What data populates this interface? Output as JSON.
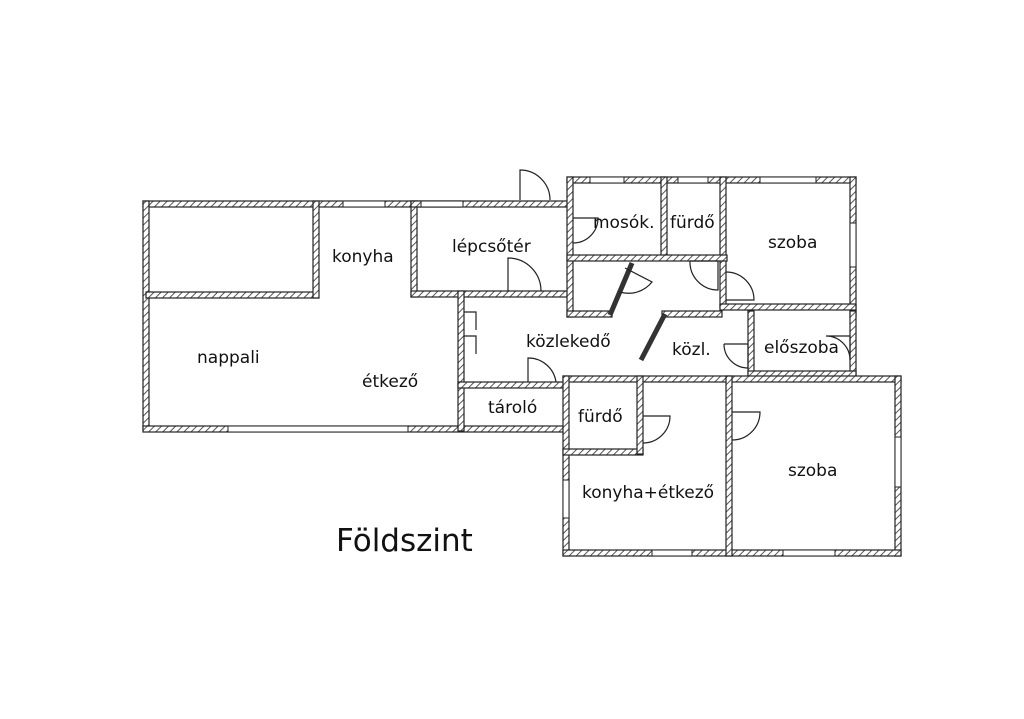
{
  "title": "Földszint",
  "rooms": {
    "konyha": "konyha",
    "lepcsoter": "lépcsőtér",
    "mosok": "mosók.",
    "furdo_top": "fürdő",
    "szoba_top": "szoba",
    "nappali": "nappali",
    "etkezo": "étkező",
    "kozlekedo": "közlekedő",
    "kozl": "közl.",
    "eloszoba": "előszoba",
    "tarolo": "tároló",
    "furdo_bottom": "fürdő",
    "konyha_etkezo": "konyha+étkező",
    "szoba_bottom": "szoba"
  },
  "colors": {
    "wall": "#333333",
    "window": "#ffffff",
    "line": "#222222"
  }
}
